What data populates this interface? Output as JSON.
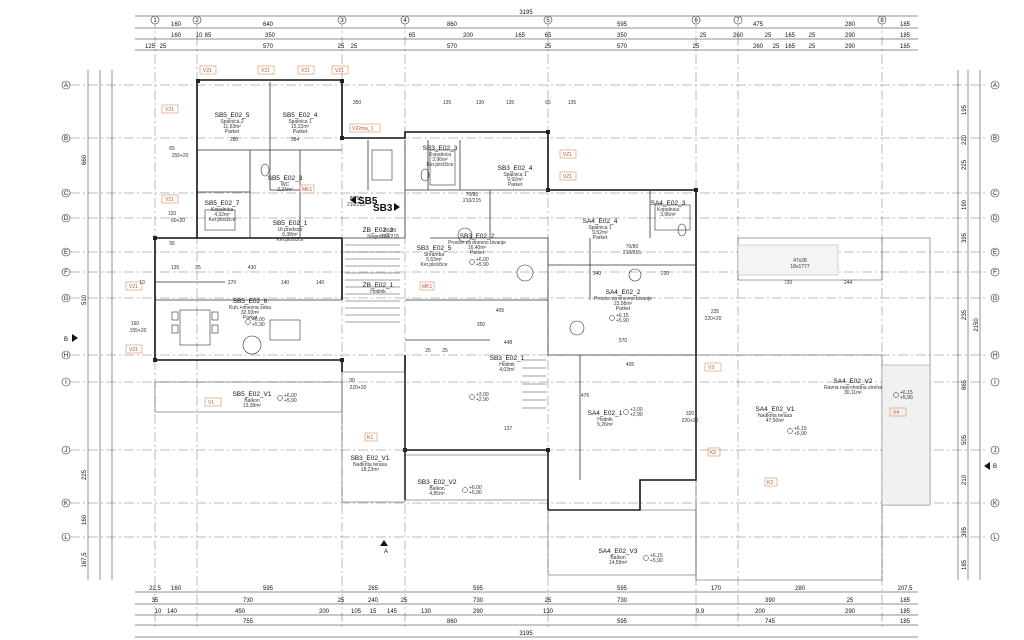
{
  "dims": {
    "top_total": "3195",
    "top_row1": [
      "160",
      "640",
      "860",
      "595",
      "475",
      "280",
      "185"
    ],
    "top_row2": [
      "160",
      "10",
      "85",
      "350",
      "65",
      "200",
      "165",
      "65",
      "350",
      "25",
      "260",
      "25",
      "165",
      "25",
      "290",
      "185"
    ],
    "top_row3": [
      "125",
      "25",
      "570",
      "25",
      "25",
      "570",
      "25",
      "570",
      "25",
      "260",
      "25",
      "165",
      "25",
      "290",
      "185"
    ],
    "bottom_row1": [
      "22,5",
      "160",
      "595",
      "265",
      "595",
      "595",
      "170",
      "280",
      "207,5"
    ],
    "bottom_row2": [
      "35",
      "730",
      "25",
      "240",
      "25",
      "730",
      "25",
      "730",
      "390",
      "25",
      "185"
    ],
    "bottom_row3": [
      "10",
      "140",
      "450",
      "200",
      "105",
      "15",
      "145",
      "130",
      "290",
      "130",
      "9,9",
      "200",
      "290",
      "185"
    ],
    "bottom_row4": [
      "755",
      "860",
      "595",
      "745",
      "185"
    ],
    "bottom_total": "3195",
    "left_outer": [
      "660",
      "510",
      "225",
      "160",
      "167,5"
    ],
    "right_outer": [
      "2150"
    ],
    "right_inner": [
      "195",
      "220",
      "225",
      "190",
      "395",
      "235",
      "865",
      "505",
      "210",
      "395",
      "185"
    ]
  },
  "axes": {
    "columns": [
      "1",
      "2",
      "3",
      "4",
      "5",
      "6",
      "7",
      "8"
    ],
    "rows": [
      "A",
      "B",
      "C",
      "D",
      "E",
      "F",
      "G",
      "H",
      "I",
      "J",
      "K",
      "L"
    ]
  },
  "section_marks": {
    "a": "A",
    "b_left": "B",
    "b_right": "B"
  },
  "unit_tags": {
    "sb5": "SB5",
    "sb3": "SB3"
  },
  "rooms": [
    {
      "id": "SB5_E02_5",
      "name": "SB5_E02_5",
      "lines": [
        "Spalnica 2",
        "11,63m²",
        "Parket"
      ]
    },
    {
      "id": "SB5_E02_4",
      "name": "SB5_E02_4",
      "lines": [
        "Spalnica 1",
        "15,22m²",
        "Parket"
      ]
    },
    {
      "id": "SB5_E02_3",
      "name": "SB5_E02_3",
      "lines": [
        "WC",
        "2,24m²"
      ]
    },
    {
      "id": "SB5_E02_7",
      "name": "SB5_E02_7",
      "lines": [
        "Kopalnica",
        "4,32m²",
        "Ker.ploščice"
      ]
    },
    {
      "id": "SB5_E02_1",
      "name": "SB5_E02_1",
      "lines": [
        "Ut.predsob",
        "6,38m²",
        "Ker.ploščice"
      ]
    },
    {
      "id": "SB5_E02_6",
      "name": "SB5_E02_6",
      "lines": [
        "Kuh.+dnevna soba",
        "32,93m²",
        "Parket"
      ]
    },
    {
      "id": "SB5_E02_V1",
      "name": "SB5_E02_V1",
      "lines": [
        "Balkon",
        "13,39m²"
      ]
    },
    {
      "id": "ZB_E02_2",
      "name": "ZB_E02_2",
      "lines": [
        "Stopnišče"
      ]
    },
    {
      "id": "ZB_E02_1",
      "name": "ZB_E02_1",
      "lines": [
        "Hodnik"
      ]
    },
    {
      "id": "SB3_E02_3",
      "name": "SB3_E02_3",
      "lines": [
        "Kopalnica",
        "3,96m²",
        "Ker.ploščice"
      ]
    },
    {
      "id": "SB3_E02_4",
      "name": "SB3_E02_4",
      "lines": [
        "Spalnica 1",
        "9,92m²",
        "Parket"
      ]
    },
    {
      "id": "SB3_E02_5",
      "name": "SB3_E02_5",
      "lines": [
        "Shramba",
        "5,63m²",
        "Ker.ploščice"
      ]
    },
    {
      "id": "SB3_E02_2",
      "name": "SB3_E02_2",
      "lines": [
        "Prostor za dnevno bivanje",
        "16,40m²",
        "Parket"
      ]
    },
    {
      "id": "SB3_E02_1",
      "name": "SB3_E02_1",
      "lines": [
        "Hodnik",
        "4,03m²"
      ]
    },
    {
      "id": "SB3_E02_V1",
      "name": "SB3_E02_V1",
      "lines": [
        "Nadkrita terasa",
        "18,23m²"
      ]
    },
    {
      "id": "SB3_E02_V2",
      "name": "SB3_E02_V2",
      "lines": [
        "Balkon",
        "4,85m²"
      ]
    },
    {
      "id": "SA4_E02_3",
      "name": "SA4_E02_3",
      "lines": [
        "Kopalnica",
        "3,96m²"
      ]
    },
    {
      "id": "SA4_E02_4",
      "name": "SA4_E02_4",
      "lines": [
        "Spalnica 1",
        "9,52m²",
        "Parket"
      ]
    },
    {
      "id": "SA4_E02_2",
      "name": "SA4_E02_2",
      "lines": [
        "Prostor za dnevno bivanje",
        "23,58m²",
        "Parket"
      ]
    },
    {
      "id": "SA4_E02_1",
      "name": "SA4_E02_1",
      "lines": [
        "Hodnik",
        "5,26m²"
      ]
    },
    {
      "id": "SA4_E02_V1",
      "name": "SA4_E02_V1",
      "lines": [
        "Nadkrita terasa",
        "47,50m²"
      ]
    },
    {
      "id": "SA4_E02_V2",
      "name": "SA4_E02_V2",
      "lines": [
        "Ravna neprohodna streha",
        "30,11m²"
      ]
    },
    {
      "id": "SA4_E02_V3",
      "name": "SA4_E02_V3",
      "lines": [
        "Balkon",
        "14,59m²"
      ]
    }
  ],
  "levels": [
    {
      "id": "lv1",
      "a": "+6,00",
      "b": "+5,90"
    },
    {
      "id": "lv2",
      "a": "+6,00",
      "b": "+5,90"
    },
    {
      "id": "lv3",
      "a": "+6,00",
      "b": "+5,90"
    },
    {
      "id": "lv4",
      "a": "+3,00",
      "b": "+2,90"
    },
    {
      "id": "lv5",
      "a": "+3,00",
      "b": "+2,90"
    },
    {
      "id": "lv6",
      "a": "+6,15",
      "b": "+5,90"
    },
    {
      "id": "lv7",
      "a": "+6,15",
      "b": "+5,90"
    },
    {
      "id": "lv8",
      "a": "+6,00",
      "b": "+5,90"
    },
    {
      "id": "lv9",
      "a": "+6,15",
      "b": "+5,90"
    },
    {
      "id": "lv10",
      "a": "+6,15",
      "b": "+5,90"
    }
  ],
  "doors": [
    "85/95",
    "210/215",
    "80/90",
    "210/215",
    "70/80",
    "210/215",
    "70/80",
    "210/215",
    "47x28",
    "18x1?77"
  ],
  "inner_dims": [
    "350",
    "135",
    "130",
    "135",
    "280",
    "364",
    "65",
    "155+20",
    "120",
    "60+20",
    "95",
    "135",
    "25",
    "430",
    "270",
    "140",
    "140",
    "10",
    "160",
    "155+20",
    "405",
    "350",
    "405",
    "320",
    "220+20",
    "235",
    "220+20",
    "340",
    "220",
    "720",
    "244",
    "570",
    "448",
    "137",
    "476",
    "90",
    "220+20",
    "25",
    "25",
    "65",
    "135"
  ],
  "tags": [
    "V21",
    "V22",
    "V1",
    "K1",
    "K2",
    "MK1",
    "VZ1",
    "V3",
    "V4",
    "V22ma_1"
  ]
}
